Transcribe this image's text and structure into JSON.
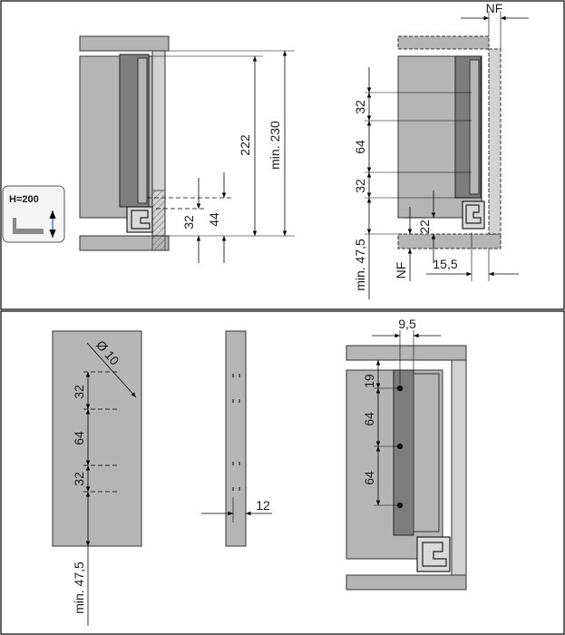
{
  "badge": {
    "label": "H=200"
  },
  "side_view": {
    "height_222": "222",
    "height_230": "min. 230",
    "dim_32": "32",
    "dim_44": "44"
  },
  "front_view": {
    "nf_top": "NF",
    "dim_32_top": "32",
    "dim_64": "64",
    "dim_32_bottom": "32",
    "min_47_5": "min. 47,5",
    "dim_22": "22",
    "nf_bottom": "NF",
    "dim_15_5": "15,5"
  },
  "panel_view": {
    "dia": "Ø 10",
    "dim_32_top": "32",
    "dim_64": "64",
    "dim_32_bottom": "32",
    "min_47_5": "min. 47,5"
  },
  "edge_view": {
    "thickness": "12"
  },
  "inner_view": {
    "dim_9_5": "9,5",
    "dim_19": "19",
    "dim_64_top": "64",
    "dim_64_bottom": "64"
  }
}
